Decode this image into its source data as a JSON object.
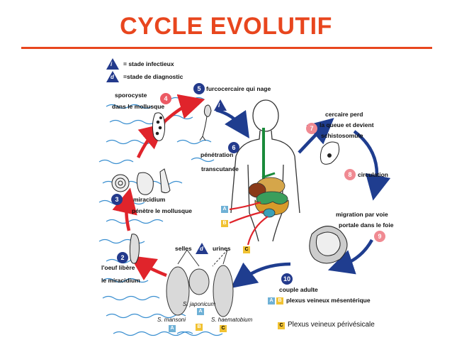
{
  "title": "CYCLE EVOLUTIF",
  "legend": {
    "infective_symbol": "i",
    "infective_label": "= stade infectieux",
    "diagnostic_symbol": "d",
    "diagnostic_label": "=stade de diagnostic"
  },
  "stages": {
    "s2": {
      "number": "2",
      "line1": "l'oeuf libère",
      "line2": "le miracidium"
    },
    "s3": {
      "number": "3",
      "line1": "miracidium",
      "line2": "pénètre le mollusque"
    },
    "s4": {
      "number": "4",
      "line1": "sporocyste",
      "line2": "dans le mollusque"
    },
    "s5": {
      "number": "5",
      "line1": "furcocercaire qui nage"
    },
    "s6": {
      "number": "6",
      "line1": "pénétration",
      "line2": "transcutanée"
    },
    "s7": {
      "number": "7",
      "line1": "cercaire perd",
      "line2": "la queue et devient",
      "line3": "schistosomule"
    },
    "s8": {
      "number": "8",
      "line1": "circulation"
    },
    "s9": {
      "number": "9",
      "line1": "migration par voie",
      "line2": "portale dans le foie"
    },
    "s10": {
      "number": "10",
      "line1": "couple adulte",
      "line2": "plexus veineux  mésentérique"
    }
  },
  "excreta": {
    "selles": "selles",
    "urines": "urines",
    "d": "d"
  },
  "species": {
    "mansoni": "S. mansoni",
    "japonicum": "S. japonicum",
    "haematobium": "S. haematobium"
  },
  "markers": {
    "a": "A",
    "b": "B",
    "c": "C"
  },
  "plexus_label": "Plexus veineux périvésicale",
  "colors": {
    "title": "#e8461e",
    "arrow_red": "#e0242b",
    "arrow_blue": "#1f3d8f",
    "water": "#3a8fd0"
  }
}
